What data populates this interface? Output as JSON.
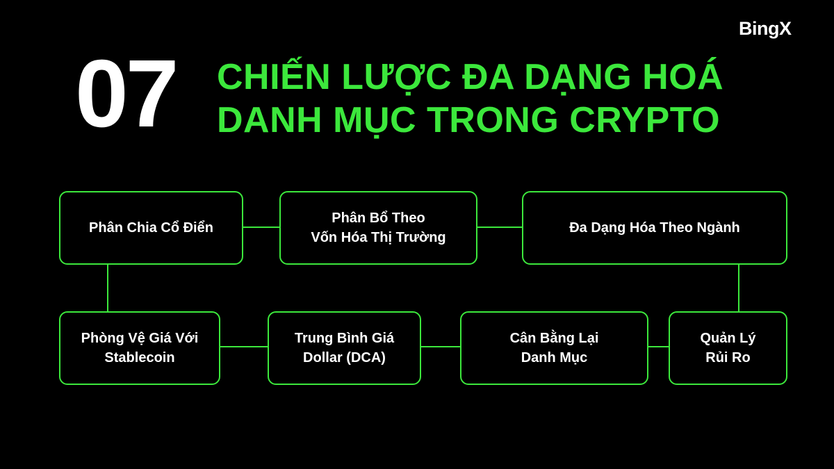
{
  "brand": {
    "logo_text": "BingX"
  },
  "header": {
    "number": "07",
    "title_line1": "CHIẾN LƯỢC ĐA DẠNG HOÁ",
    "title_line2": "DANH MỤC TRONG CRYPTO"
  },
  "colors": {
    "accent": "#3ce83c",
    "background": "#000000",
    "text": "#ffffff"
  },
  "nodes": [
    {
      "lines": [
        "Phân Chia Cổ Điển"
      ]
    },
    {
      "lines": [
        "Phân Bổ Theo",
        "Vốn Hóa Thị Trường"
      ]
    },
    {
      "lines": [
        "Đa Dạng Hóa Theo Ngành"
      ]
    },
    {
      "lines": [
        "Phòng Vệ Giá Với",
        "Stablecoin"
      ]
    },
    {
      "lines": [
        "Trung Bình Giá",
        "Dollar (DCA)"
      ]
    },
    {
      "lines": [
        "Cân Bằng Lại",
        "Danh Mục"
      ]
    },
    {
      "lines": [
        "Quản Lý",
        "Rủi Ro"
      ]
    }
  ]
}
